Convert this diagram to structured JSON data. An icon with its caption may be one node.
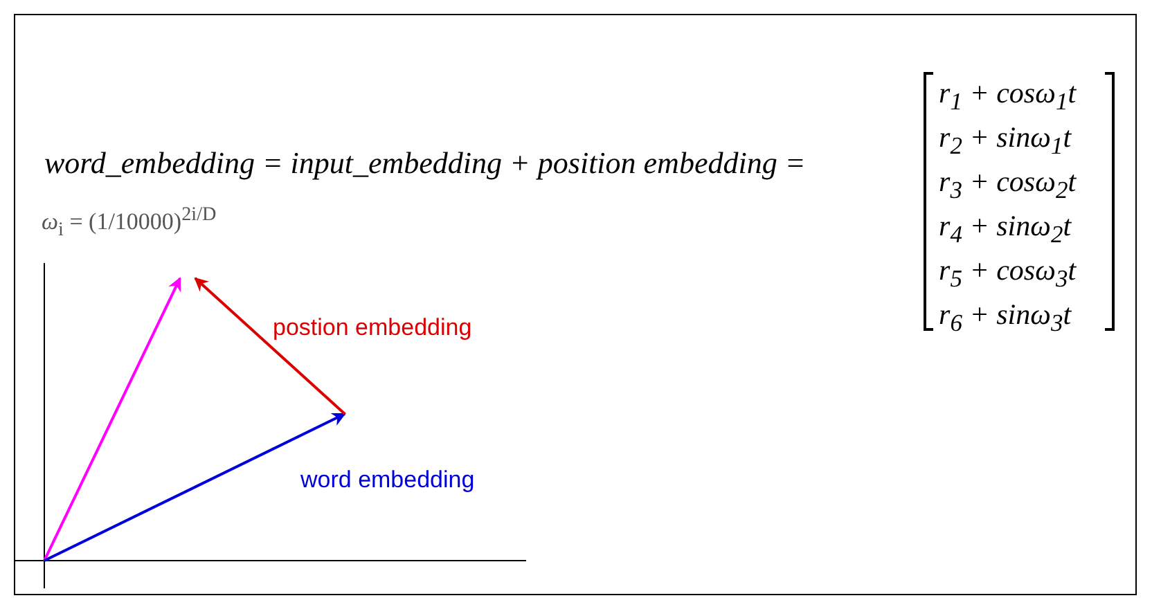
{
  "diagram": {
    "labels": [
      "word_embedding = input_embedding + position embedding =",
      "r$_{1}$ + cosω$_{1}$t",
      "r$_{2}$ + sinω$_{1}$t",
      "r$_{3}$ + cosω$_{2}$t",
      "r$_{4}$ + sinω$_{2}$t",
      "r$_{5}$ + cosω$_{3}$t",
      "r$_{6}$ + sinω$_{3}$t",
      "*ω*$_{i}$ = (1/10000)$^{2i/D}$",
      "postion embedding",
      "word embedding"
    ]
  }
}
